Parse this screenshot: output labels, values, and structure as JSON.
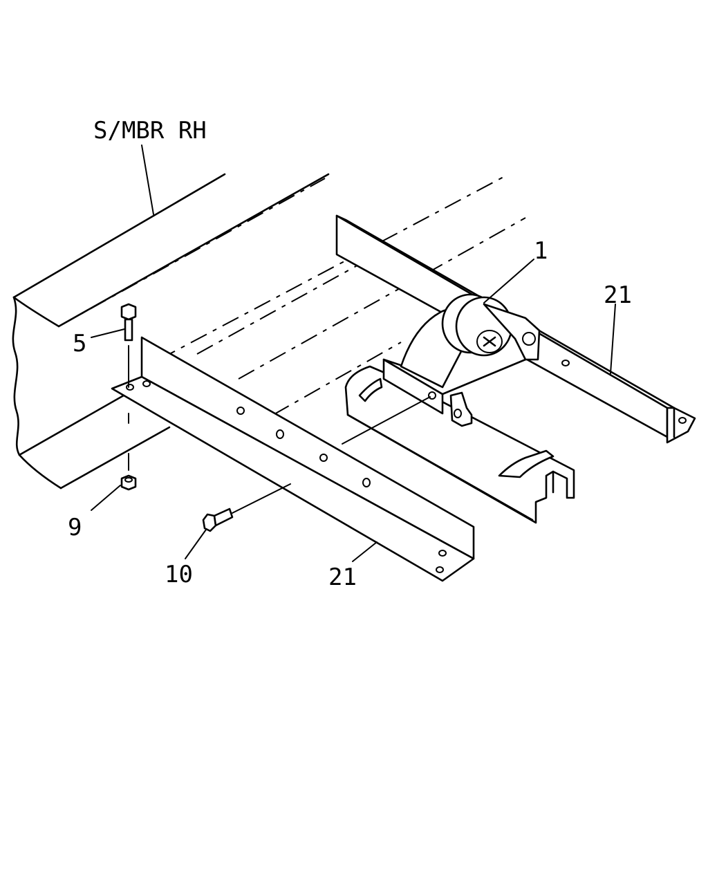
{
  "labels": {
    "side_member": "S/MBR RH",
    "part_1": "1",
    "part_5": "5",
    "part_9": "9",
    "part_10": "10",
    "part_21_right": "21",
    "part_21_bottom": "21"
  },
  "colors": {
    "ink": "#000000",
    "paper": "#ffffff"
  }
}
